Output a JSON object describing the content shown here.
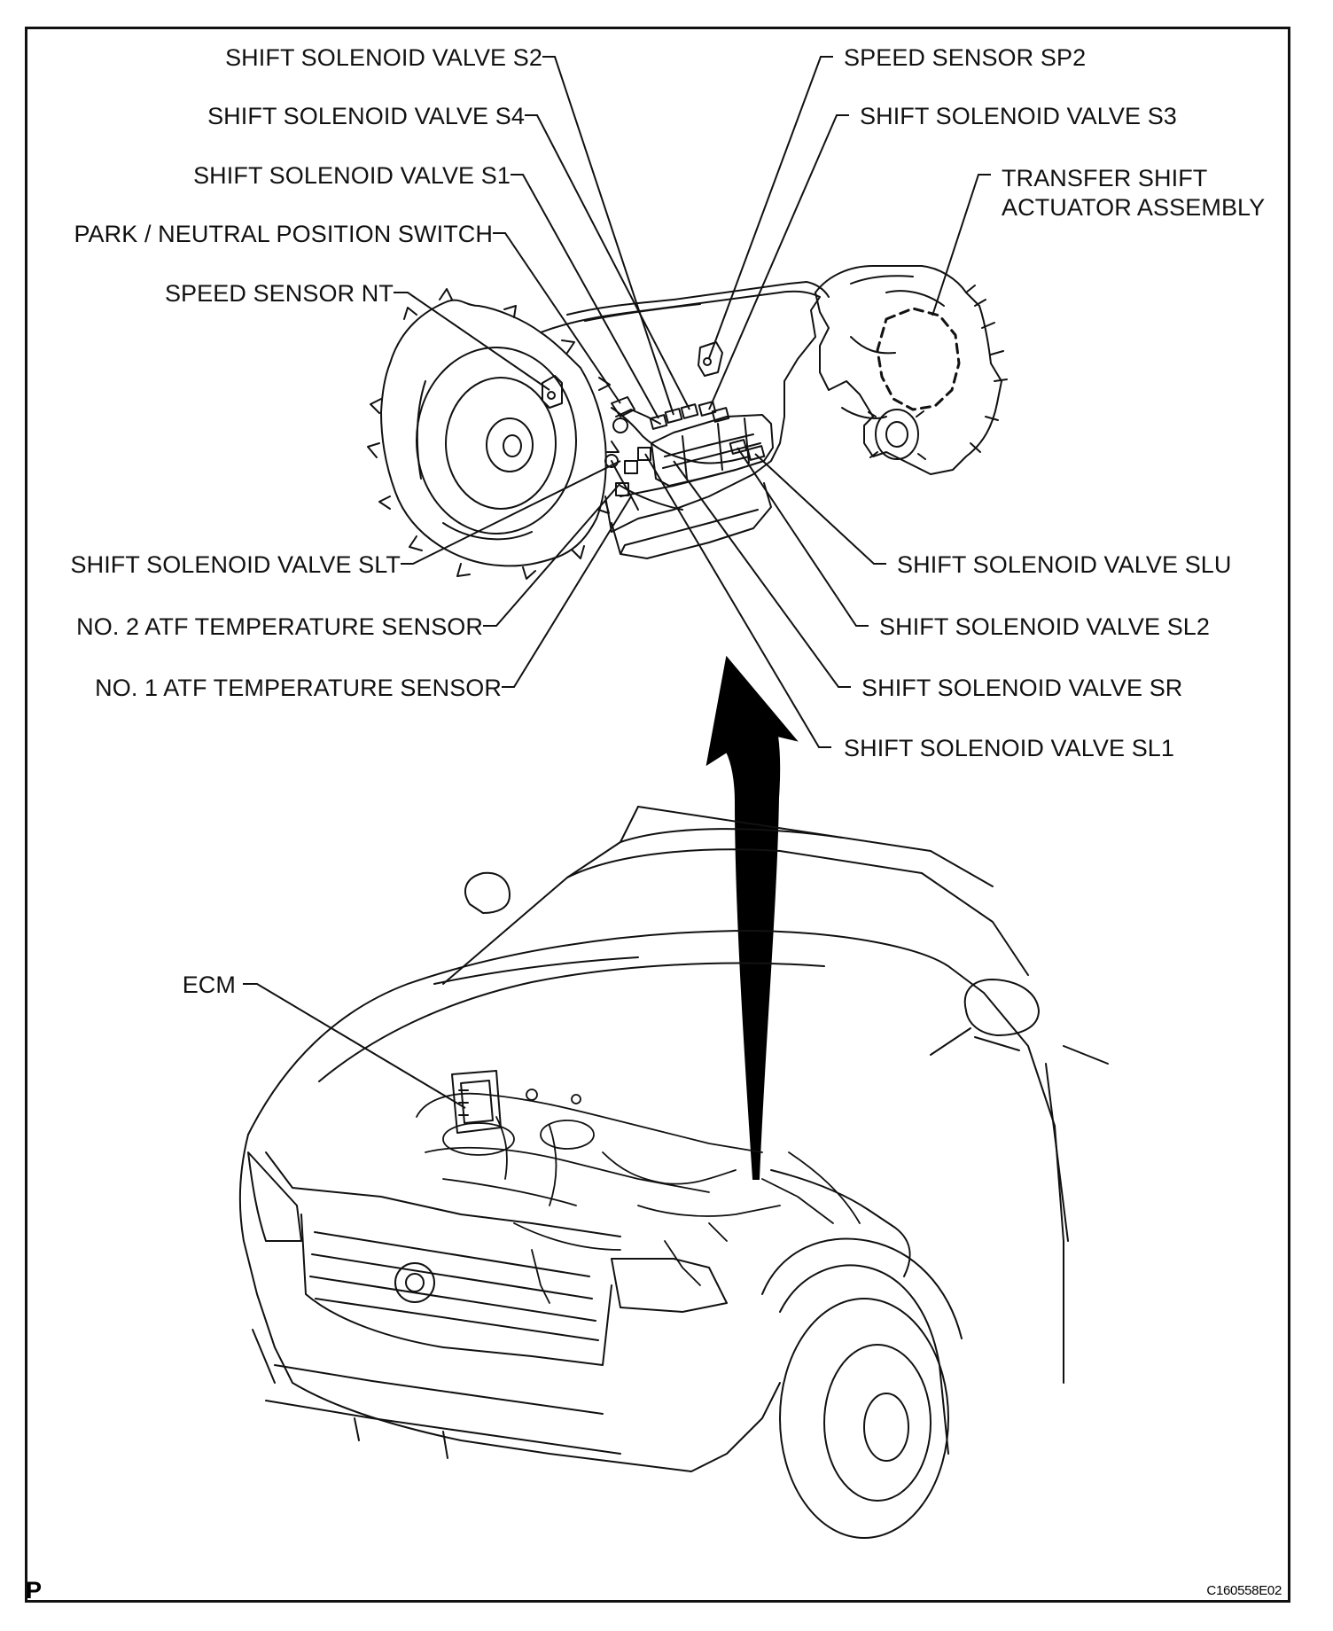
{
  "labels": {
    "shift_solenoid_s2": "SHIFT SOLENOID VALVE S2",
    "shift_solenoid_s4": "SHIFT SOLENOID VALVE S4",
    "shift_solenoid_s1": "SHIFT SOLENOID VALVE S1",
    "park_neutral_switch": "PARK / NEUTRAL POSITION SWITCH",
    "speed_sensor_nt": "SPEED SENSOR NT",
    "speed_sensor_sp2": "SPEED SENSOR SP2",
    "shift_solenoid_s3": "SHIFT SOLENOID VALVE S3",
    "transfer_shift_actuator": "TRANSFER SHIFT\nACTUATOR ASSEMBLY",
    "shift_solenoid_slt": "SHIFT SOLENOID VALVE SLT",
    "atf_temp_sensor_2": "NO. 2 ATF TEMPERATURE SENSOR",
    "atf_temp_sensor_1": "NO. 1 ATF TEMPERATURE SENSOR",
    "shift_solenoid_slu": "SHIFT SOLENOID VALVE SLU",
    "shift_solenoid_sl2": "SHIFT SOLENOID VALVE SL2",
    "shift_solenoid_sr": "SHIFT SOLENOID VALVE SR",
    "shift_solenoid_sl1": "SHIFT SOLENOID VALVE SL1",
    "ecm": "ECM"
  },
  "footer": {
    "corner_mark": "P",
    "figure_code": "C160558E02"
  },
  "colors": {
    "ink": "#111111",
    "background": "#ffffff"
  }
}
